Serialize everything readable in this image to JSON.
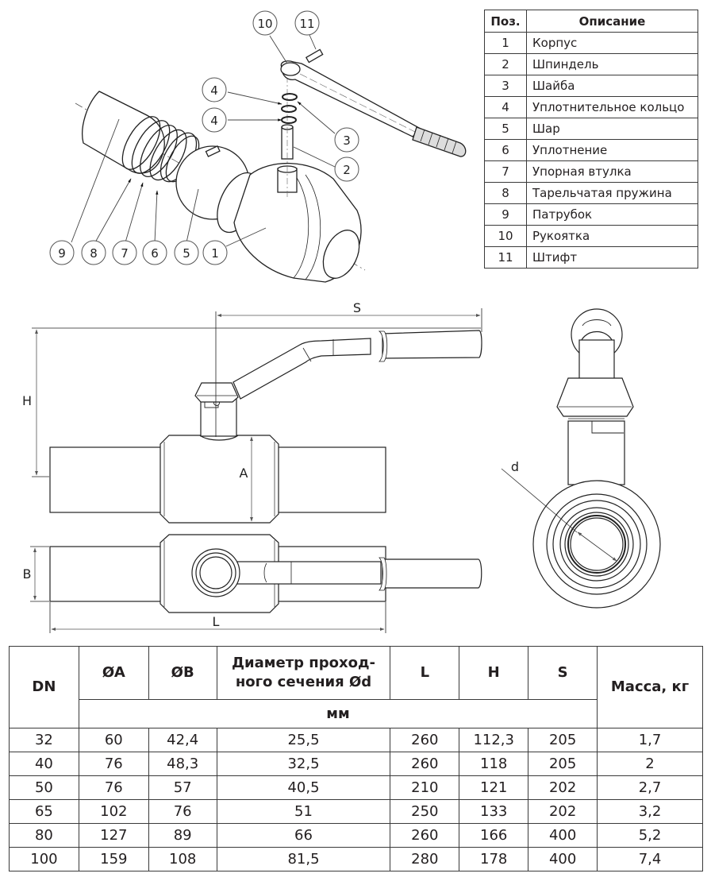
{
  "exploded_view": {
    "callouts": [
      "10",
      "11",
      "4",
      "4",
      "3",
      "2",
      "9",
      "8",
      "7",
      "6",
      "5",
      "1"
    ]
  },
  "parts_table": {
    "headers": {
      "pos": "Поз.",
      "desc": "Описание"
    },
    "rows": [
      {
        "pos": "1",
        "desc": "Корпус"
      },
      {
        "pos": "2",
        "desc": "Шпиндель"
      },
      {
        "pos": "3",
        "desc": "Шайба"
      },
      {
        "pos": "4",
        "desc": "Уплотнительное кольцо"
      },
      {
        "pos": "5",
        "desc": "Шар"
      },
      {
        "pos": "6",
        "desc": "Уплотнение"
      },
      {
        "pos": "7",
        "desc": "Упорная втулка"
      },
      {
        "pos": "8",
        "desc": "Тарельчатая пружина"
      },
      {
        "pos": "9",
        "desc": "Патрубок"
      },
      {
        "pos": "10",
        "desc": "Рукоятка"
      },
      {
        "pos": "11",
        "desc": "Штифт"
      }
    ]
  },
  "dimension_labels": {
    "S": "S",
    "H": "H",
    "A": "A",
    "B": "B",
    "L": "L",
    "d": "d"
  },
  "spec_table": {
    "headers": {
      "dn": "DN",
      "a": "ØA",
      "b": "ØB",
      "d_line1": "Диаметр проход-",
      "d_line2": "ного сечения Ød",
      "l": "L",
      "h": "H",
      "s": "S",
      "mass": "Масса, кг",
      "units": "мм"
    },
    "rows": [
      [
        "32",
        "60",
        "42,4",
        "25,5",
        "260",
        "112,3",
        "205",
        "1,7"
      ],
      [
        "40",
        "76",
        "48,3",
        "32,5",
        "260",
        "118",
        "205",
        "2"
      ],
      [
        "50",
        "76",
        "57",
        "40,5",
        "210",
        "121",
        "202",
        "2,7"
      ],
      [
        "65",
        "102",
        "76",
        "51",
        "250",
        "133",
        "202",
        "3,2"
      ],
      [
        "80",
        "127",
        "89",
        "66",
        "260",
        "166",
        "400",
        "5,2"
      ],
      [
        "100",
        "159",
        "108",
        "81,5",
        "280",
        "178",
        "400",
        "7,4"
      ]
    ]
  }
}
